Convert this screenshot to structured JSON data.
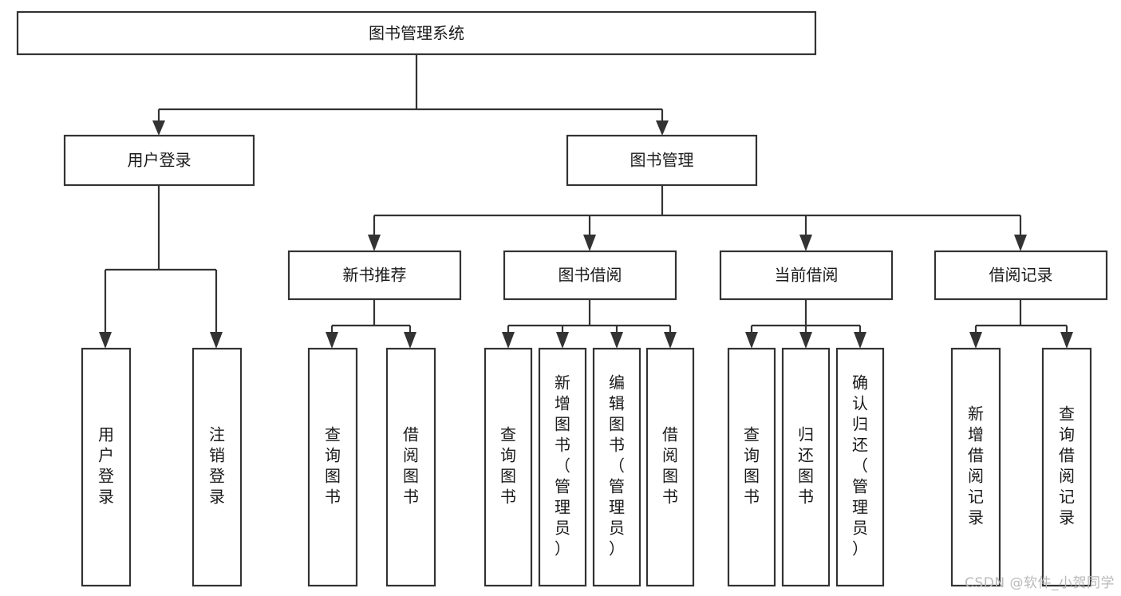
{
  "diagram": {
    "title_node": {
      "label": "图书管理系统"
    },
    "level2": [
      {
        "label": "用户登录"
      },
      {
        "label": "图书管理"
      }
    ],
    "level3": [
      {
        "label": "新书推荐"
      },
      {
        "label": "图书借阅"
      },
      {
        "label": "当前借阅"
      },
      {
        "label": "借阅记录"
      }
    ],
    "leaves": {
      "user_login": [
        {
          "label": "用户登录"
        },
        {
          "label": "注销登录"
        }
      ],
      "new_book": [
        {
          "label": "查询图书"
        },
        {
          "label": "借阅图书"
        }
      ],
      "book_borrow": [
        {
          "label": "查询图书"
        },
        {
          "label": "新增图书（管理员）"
        },
        {
          "label": "编辑图书（管理员）"
        },
        {
          "label": "借阅图书"
        }
      ],
      "current_borrow": [
        {
          "label": "查询图书"
        },
        {
          "label": "归还图书"
        },
        {
          "label": "确认归还（管理员）"
        }
      ],
      "borrow_record": [
        {
          "label": "新增借阅记录"
        },
        {
          "label": "查询借阅记录"
        }
      ]
    }
  },
  "watermark": {
    "text": "CSDN @软件_小贺同学"
  },
  "colors": {
    "stroke": "#333333",
    "box_fill": "#ffffff",
    "text": "#1a1a1a",
    "watermark": "#b9b9b9",
    "page_background": "#ffffff"
  }
}
